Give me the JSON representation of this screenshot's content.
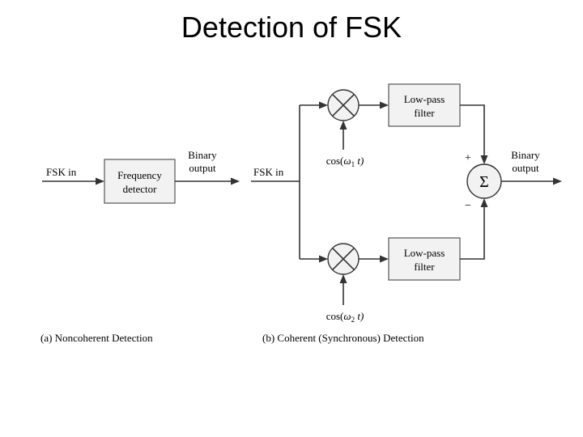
{
  "title": "Detection of FSK",
  "noncoherent": {
    "input_label": "FSK in",
    "block_line1": "Frequency",
    "block_line2": "detector",
    "output_line1": "Binary",
    "output_line2": "output",
    "caption": "(a) Noncoherent Detection"
  },
  "coherent": {
    "input_label": "FSK in",
    "osc1_prefix": "cos(",
    "osc1_omega": "ω",
    "osc1_sub": "1",
    "osc1_suffix": " t)",
    "osc2_prefix": "cos(",
    "osc2_omega": "ω",
    "osc2_sub": "2",
    "osc2_suffix": " t)",
    "filter1_line1": "Low-pass",
    "filter1_line2": "filter",
    "filter2_line1": "Low-pass",
    "filter2_line2": "filter",
    "sum_symbol": "Σ",
    "plus_sign": "+",
    "minus_sign": "−",
    "output_line1": "Binary",
    "output_line2": "output",
    "caption": "(b) Coherent (Synchronous) Detection"
  }
}
